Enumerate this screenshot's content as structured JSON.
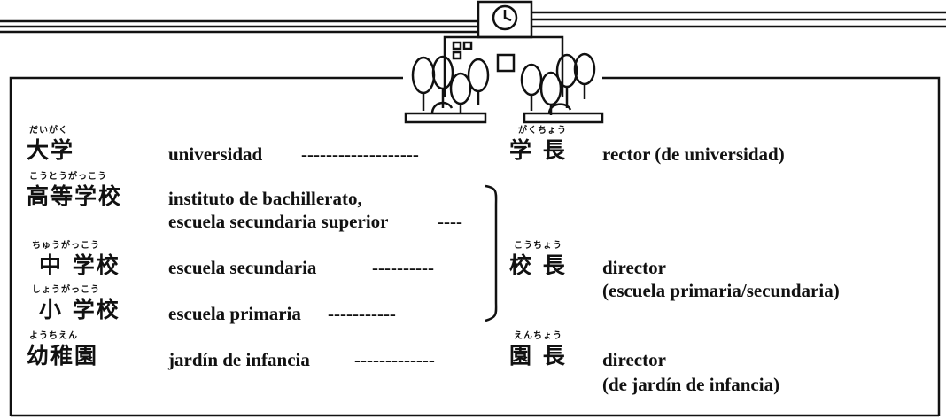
{
  "rows": [
    {
      "furigana": "だいがく",
      "kanji": "大学",
      "spanish": "universidad",
      "connector": "-------------------",
      "head_furigana": "がくちょう",
      "head_kanji": "学 長",
      "head_spanish": "rector (de universidad)"
    },
    {
      "furigana": "こうとうがっこう",
      "kanji": "高等学校",
      "spanish_line1": "instituto de bachillerato,",
      "spanish_line2": "escuela secundaria superior",
      "connector": "----"
    },
    {
      "furigana": "ちゅうがっこう",
      "kanji": "中 学校",
      "spanish": "escuela secundaria",
      "connector": "----------",
      "head_furigana": "こうちょう",
      "head_kanji": "校 長",
      "head_spanish_line1": "director",
      "head_spanish_line2": "(escuela primaria/secundaria)"
    },
    {
      "furigana": "しょうがっこう",
      "kanji": "小 学校",
      "spanish": "escuela primaria",
      "connector": "-----------"
    },
    {
      "furigana": "ようちえん",
      "kanji": "幼稚園",
      "spanish": "jardín de infancia",
      "connector": "-------------",
      "head_furigana": "えんちょう",
      "head_kanji": "園 長",
      "head_spanish_line1": "director",
      "head_spanish_line2": "(de jardín de infancia)"
    }
  ],
  "illustration": {
    "icon": "school-building-icon",
    "clock_icon": "clock-icon",
    "tree_icon": "tree-icon"
  },
  "colors": {
    "ink": "#111111",
    "paper": "#ffffff"
  }
}
